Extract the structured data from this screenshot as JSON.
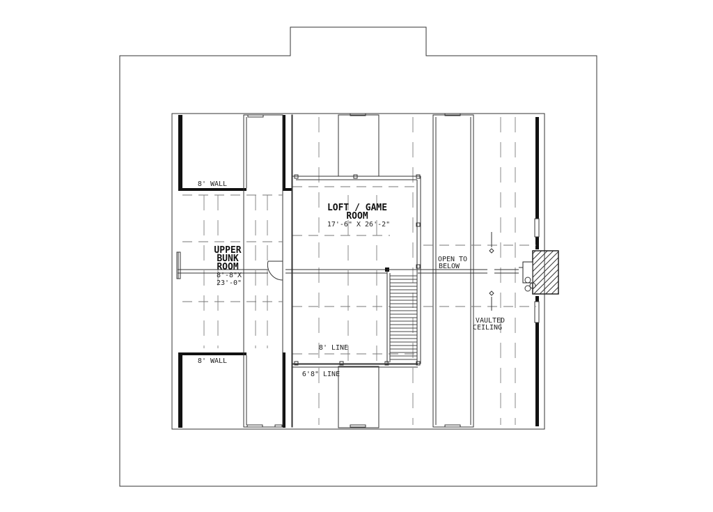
{
  "labels": {
    "loft_title_1": "LOFT / GAME",
    "loft_title_2": "ROOM",
    "loft_dims": "17'-6\" X 26'-2\"",
    "bunk_title_1": "UPPER",
    "bunk_title_2": "BUNK",
    "bunk_title_3": "ROOM",
    "bunk_dims_1": "8'-8\"X",
    "bunk_dims_2": "23'-0\"",
    "wall_top": "8' WALL",
    "wall_bottom": "8' WALL",
    "open_1": "OPEN TO",
    "open_2": "BELOW",
    "vault_1": "VAULTED",
    "vault_2": "CEILING",
    "line_8": "8' LINE",
    "line_68": "6'8\" LINE"
  },
  "colors": {
    "line": "#333333",
    "wall": "#111111",
    "dash": "#888888",
    "background": "#ffffff"
  }
}
